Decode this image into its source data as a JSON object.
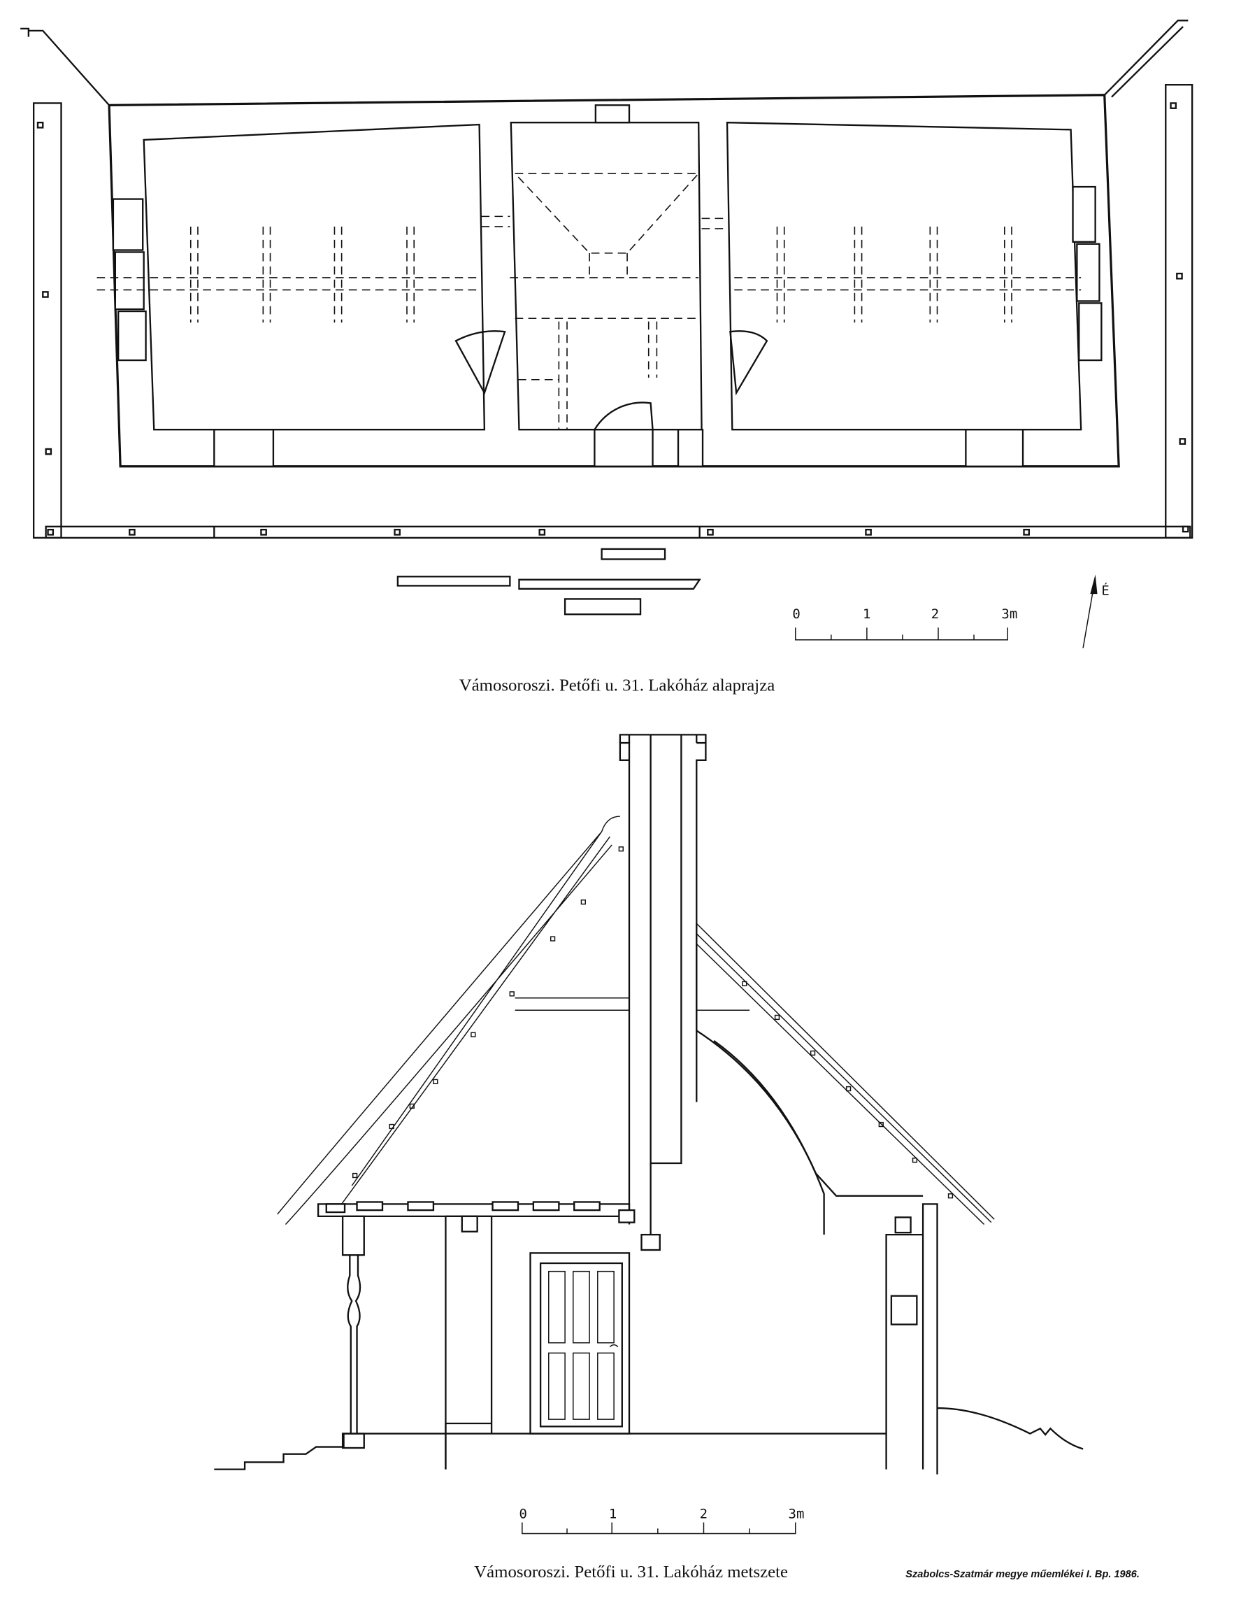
{
  "plan": {
    "caption": "Vámosoroszi. Petőfi u. 31. Lakóház alaprajza",
    "scale_labels": [
      "0",
      "1",
      "2",
      "3m"
    ],
    "north_label": "É"
  },
  "section": {
    "caption": "Vámosoroszi. Petőfi u. 31. Lakóház metszete",
    "scale_labels": [
      "0",
      "1",
      "2",
      "3m"
    ]
  },
  "source": "Szabolcs-Szatmár megye műemlékei I. Bp. 1986."
}
